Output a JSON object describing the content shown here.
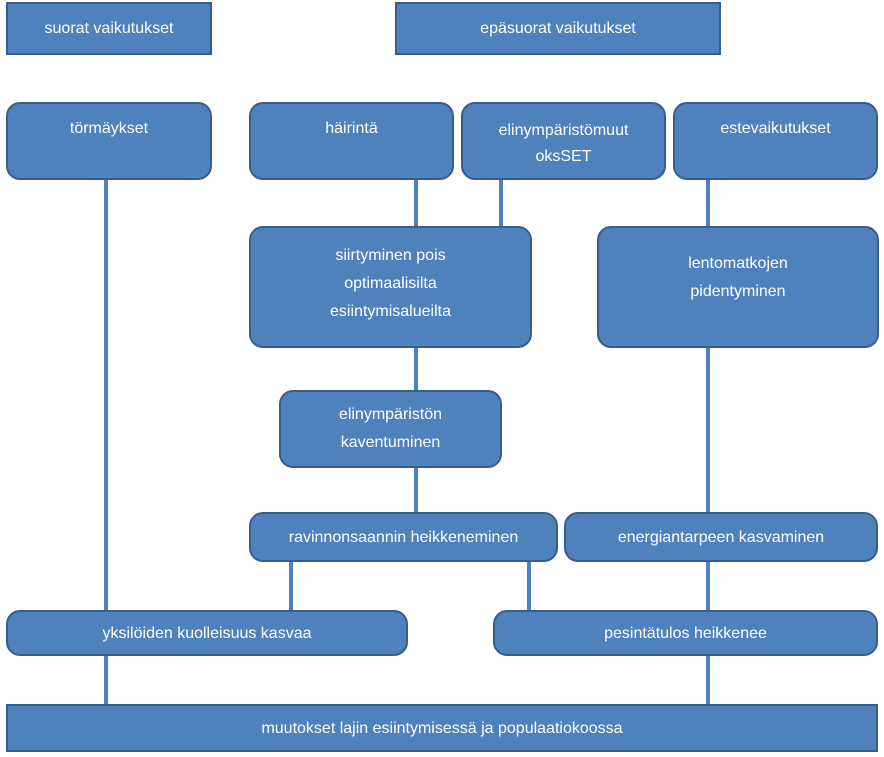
{
  "diagram": {
    "headers": {
      "direct": "suorat vaikutukset",
      "indirect": "epäsuorat vaikutukset"
    },
    "nodes": {
      "collisions": "törmäykset",
      "disturbance": "häirintä",
      "habitat_change": "elinympäristömuut\noksSET",
      "barrier_effects": "estevaikutukset",
      "displacement": "siirtyminen pois\noptimaalisilta\nesiintymisalueilta",
      "flight_lengthening": "lentomatkojen\npidentyminen",
      "habitat_narrowing": "elinympäristön\nkaventuminen",
      "food_intake_decline": "ravinnonsaannin heikkeneminen",
      "energy_need_increase": "energiantarpeen kasvaminen",
      "mortality_increase": "yksilöiden kuolleisuus kasvaa",
      "breeding_decline": "pesintätulos heikkenee",
      "population_changes": "muutokset lajin esiintymisessä ja populaatiokoossa"
    },
    "colors": {
      "fill": "#4f81bd",
      "border": "#385d8a",
      "text": "#ffffff"
    }
  }
}
